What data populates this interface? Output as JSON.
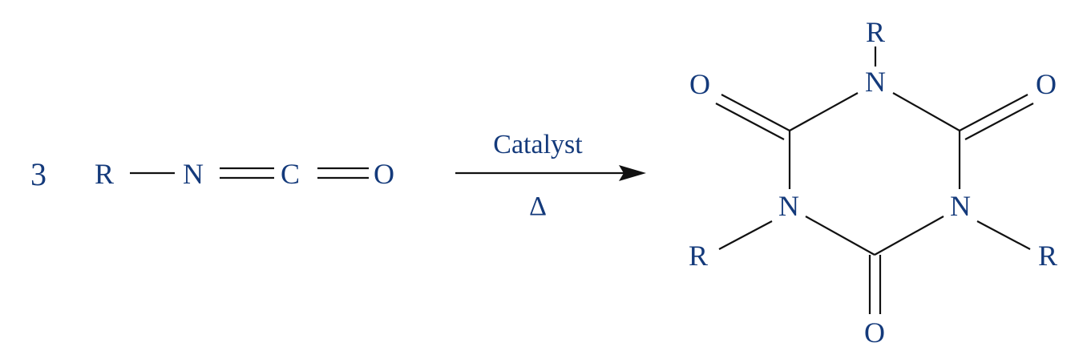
{
  "reactant": {
    "coefficient": "3",
    "atoms": {
      "r": "R",
      "n": "N",
      "c": "C",
      "o": "O"
    }
  },
  "arrow": {
    "above": "Catalyst",
    "below": "Δ"
  },
  "product": {
    "n_top": "N",
    "n_left": "N",
    "n_right": "N",
    "r_top": "R",
    "r_left": "R",
    "r_right": "R",
    "o_upper_left": "O",
    "o_upper_right": "O",
    "o_bottom": "O"
  },
  "colors": {
    "atom_text": "#143a7b",
    "bonds": "#111111"
  }
}
